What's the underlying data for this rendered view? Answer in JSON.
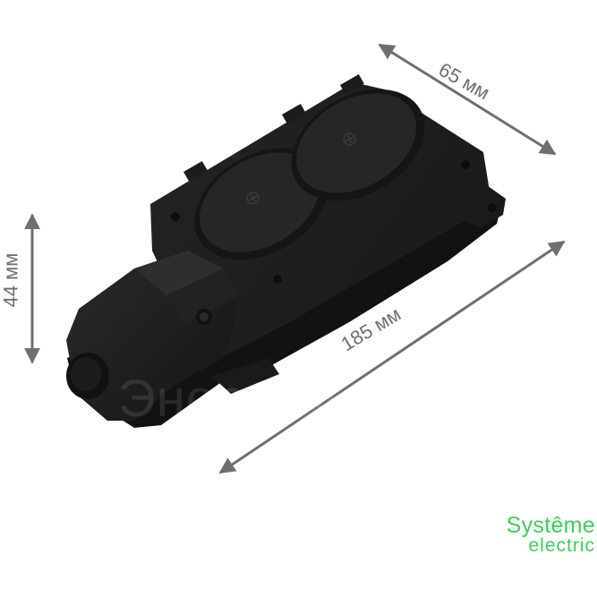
{
  "product": {
    "name": "black-rubber-double-socket-extension",
    "body_color": "#1e1e1e",
    "edge_color": "#2d2d2d",
    "lid_color": "#262626"
  },
  "dimensions": {
    "width_label": "65 мм",
    "length_label": "185 мм",
    "height_label": "44 мм",
    "arrow_color": "#6f6f6f"
  },
  "watermark": {
    "text": "ЭнергоМост"
  },
  "brand": {
    "line1": "Systême",
    "line2": "electric",
    "color": "#3dcd58"
  }
}
